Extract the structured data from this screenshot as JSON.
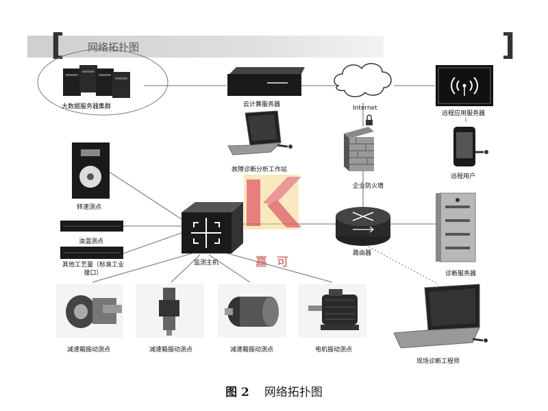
{
  "header": {
    "title": "网络拓扑图"
  },
  "watermark": {
    "text": "嘉可",
    "letter": "K"
  },
  "nodes": {
    "bigdata": "大数据服务器集群",
    "cloud": "云计算服务器",
    "internet": "Internet",
    "remote_app": "远程应用服务器",
    "workstation": "故障诊断分析工作站",
    "firewall": "企业防火墙",
    "remote_user": "远程用户",
    "speed": "转速测点",
    "oil": "油温测点",
    "other": "其他工艺量（标准工业接口）",
    "monitor": "监测主机",
    "router": "路由器",
    "diag_server": "诊断服务器",
    "gearbox1": "减速箱振动测点",
    "gearbox2": "减速箱振动测点",
    "gearbox3": "减速箱振动测点",
    "motor": "电机振动测点",
    "engineer": "现场诊断工程师"
  },
  "caption": {
    "number": "图 2",
    "text": "网络拓扑图"
  },
  "colors": {
    "device_dark": "#1c1c1c",
    "line": "#8a8a8a",
    "watermark_red": "#d9534f",
    "watermark_yellow": "#f0c040"
  }
}
